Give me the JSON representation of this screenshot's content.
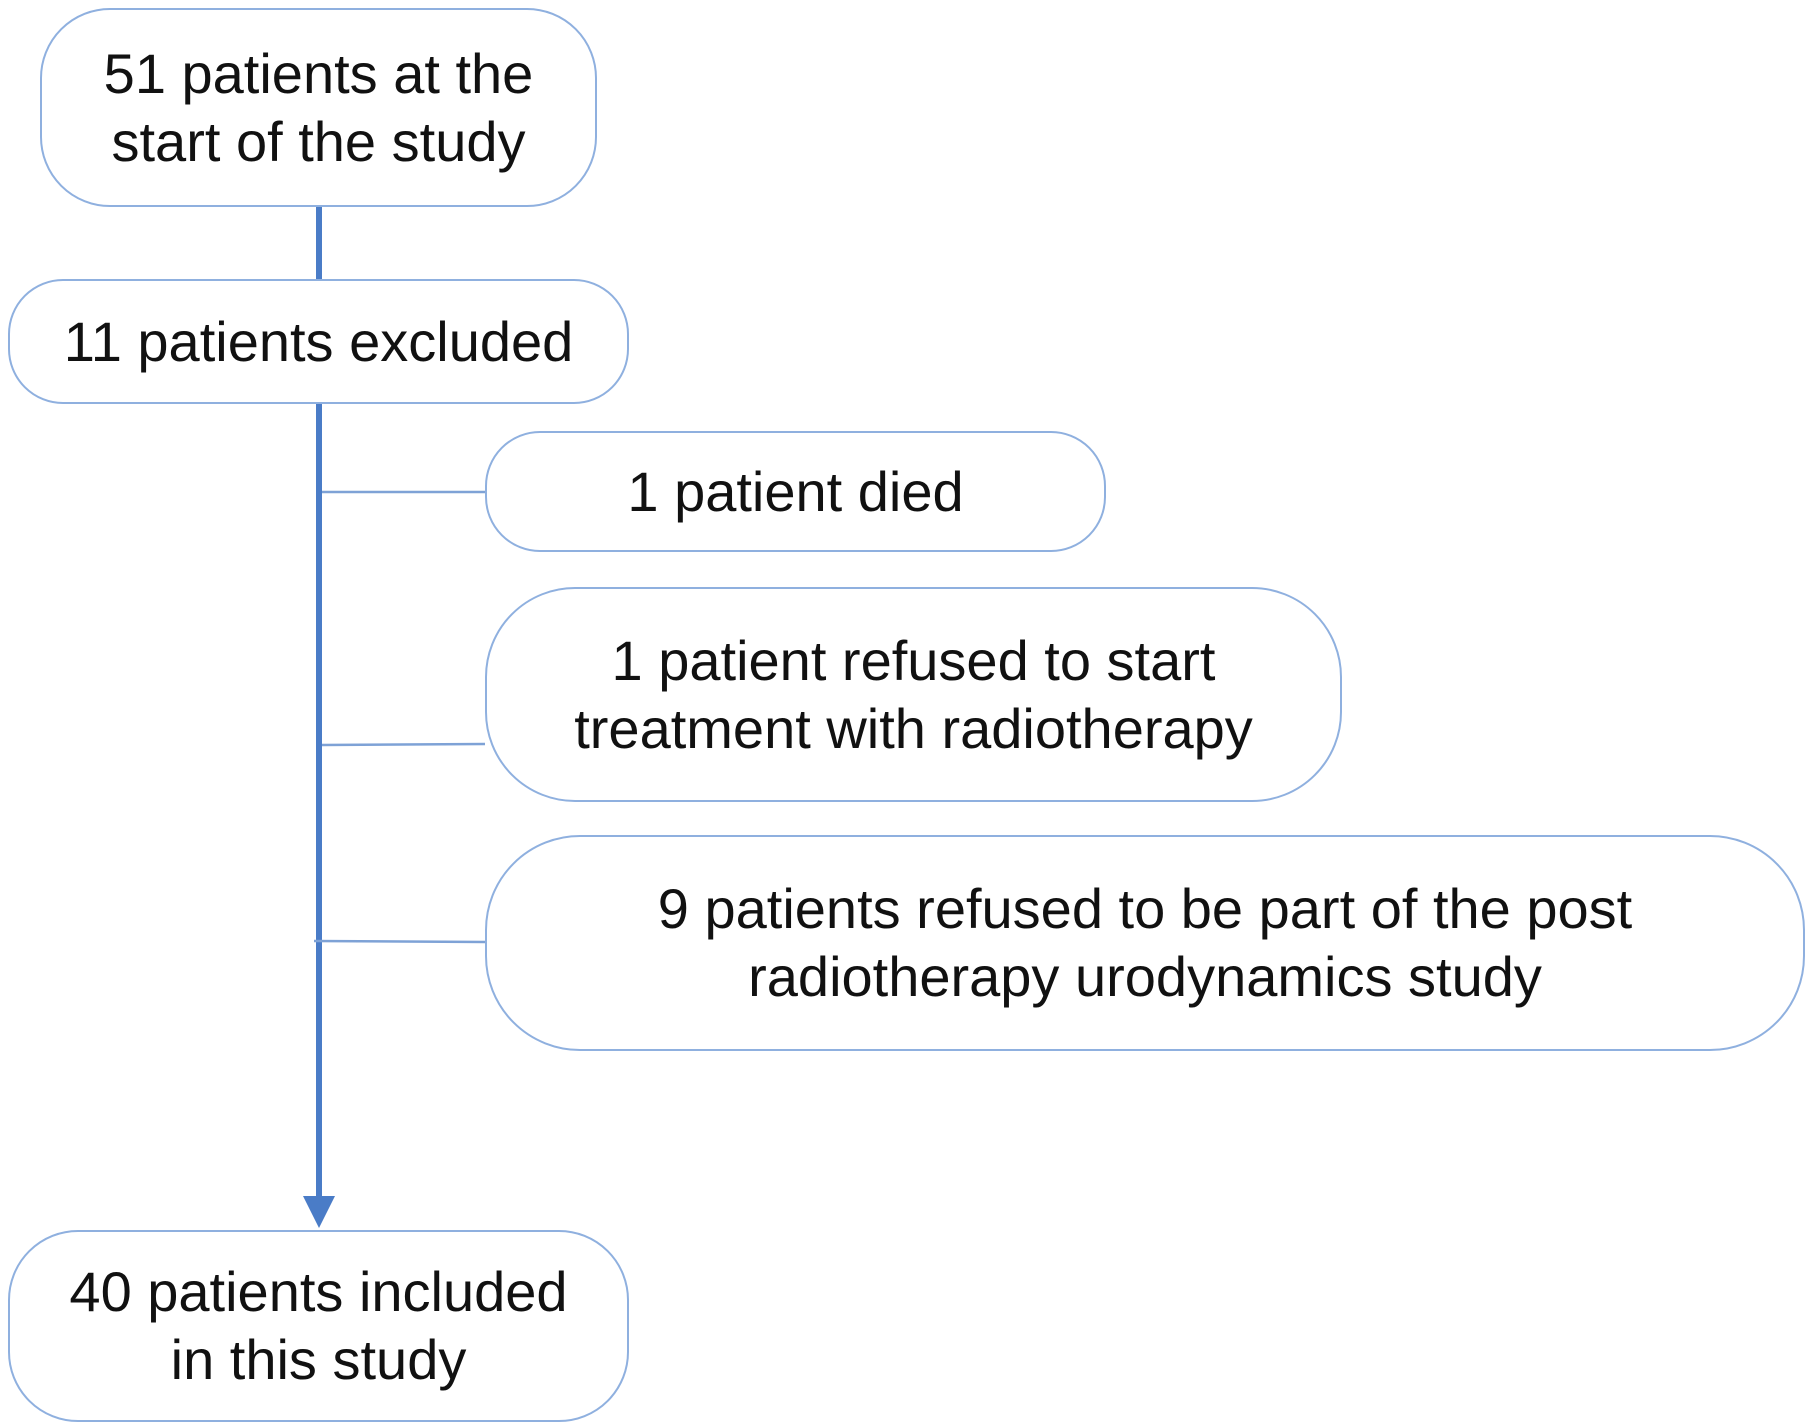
{
  "diagram": {
    "nodes": {
      "start": "51 patients at the\nstart of the study",
      "excluded": "11 patients excluded",
      "died": "1 patient died",
      "refused_radiotherapy": "1 patient refused to start\ntreatment with radiotherapy",
      "refused_urodynamics": "9 patients refused to be part of the post\nradiotherapy urodynamics study",
      "included": "40 patients included\nin this study"
    },
    "edges": [
      {
        "from": "start",
        "to": "excluded",
        "kind": "line"
      },
      {
        "from": "excluded",
        "to": "included",
        "kind": "arrow"
      },
      {
        "from": "excluded",
        "to": "died",
        "kind": "branch"
      },
      {
        "from": "excluded",
        "to": "refused_radiotherapy",
        "kind": "branch"
      },
      {
        "from": "excluded",
        "to": "refused_urodynamics",
        "kind": "branch"
      }
    ],
    "colors": {
      "box_border": "#8fb0df",
      "main_line": "#4a7cc7",
      "branch_line": "#7ea2d6",
      "text": "#111111"
    }
  }
}
